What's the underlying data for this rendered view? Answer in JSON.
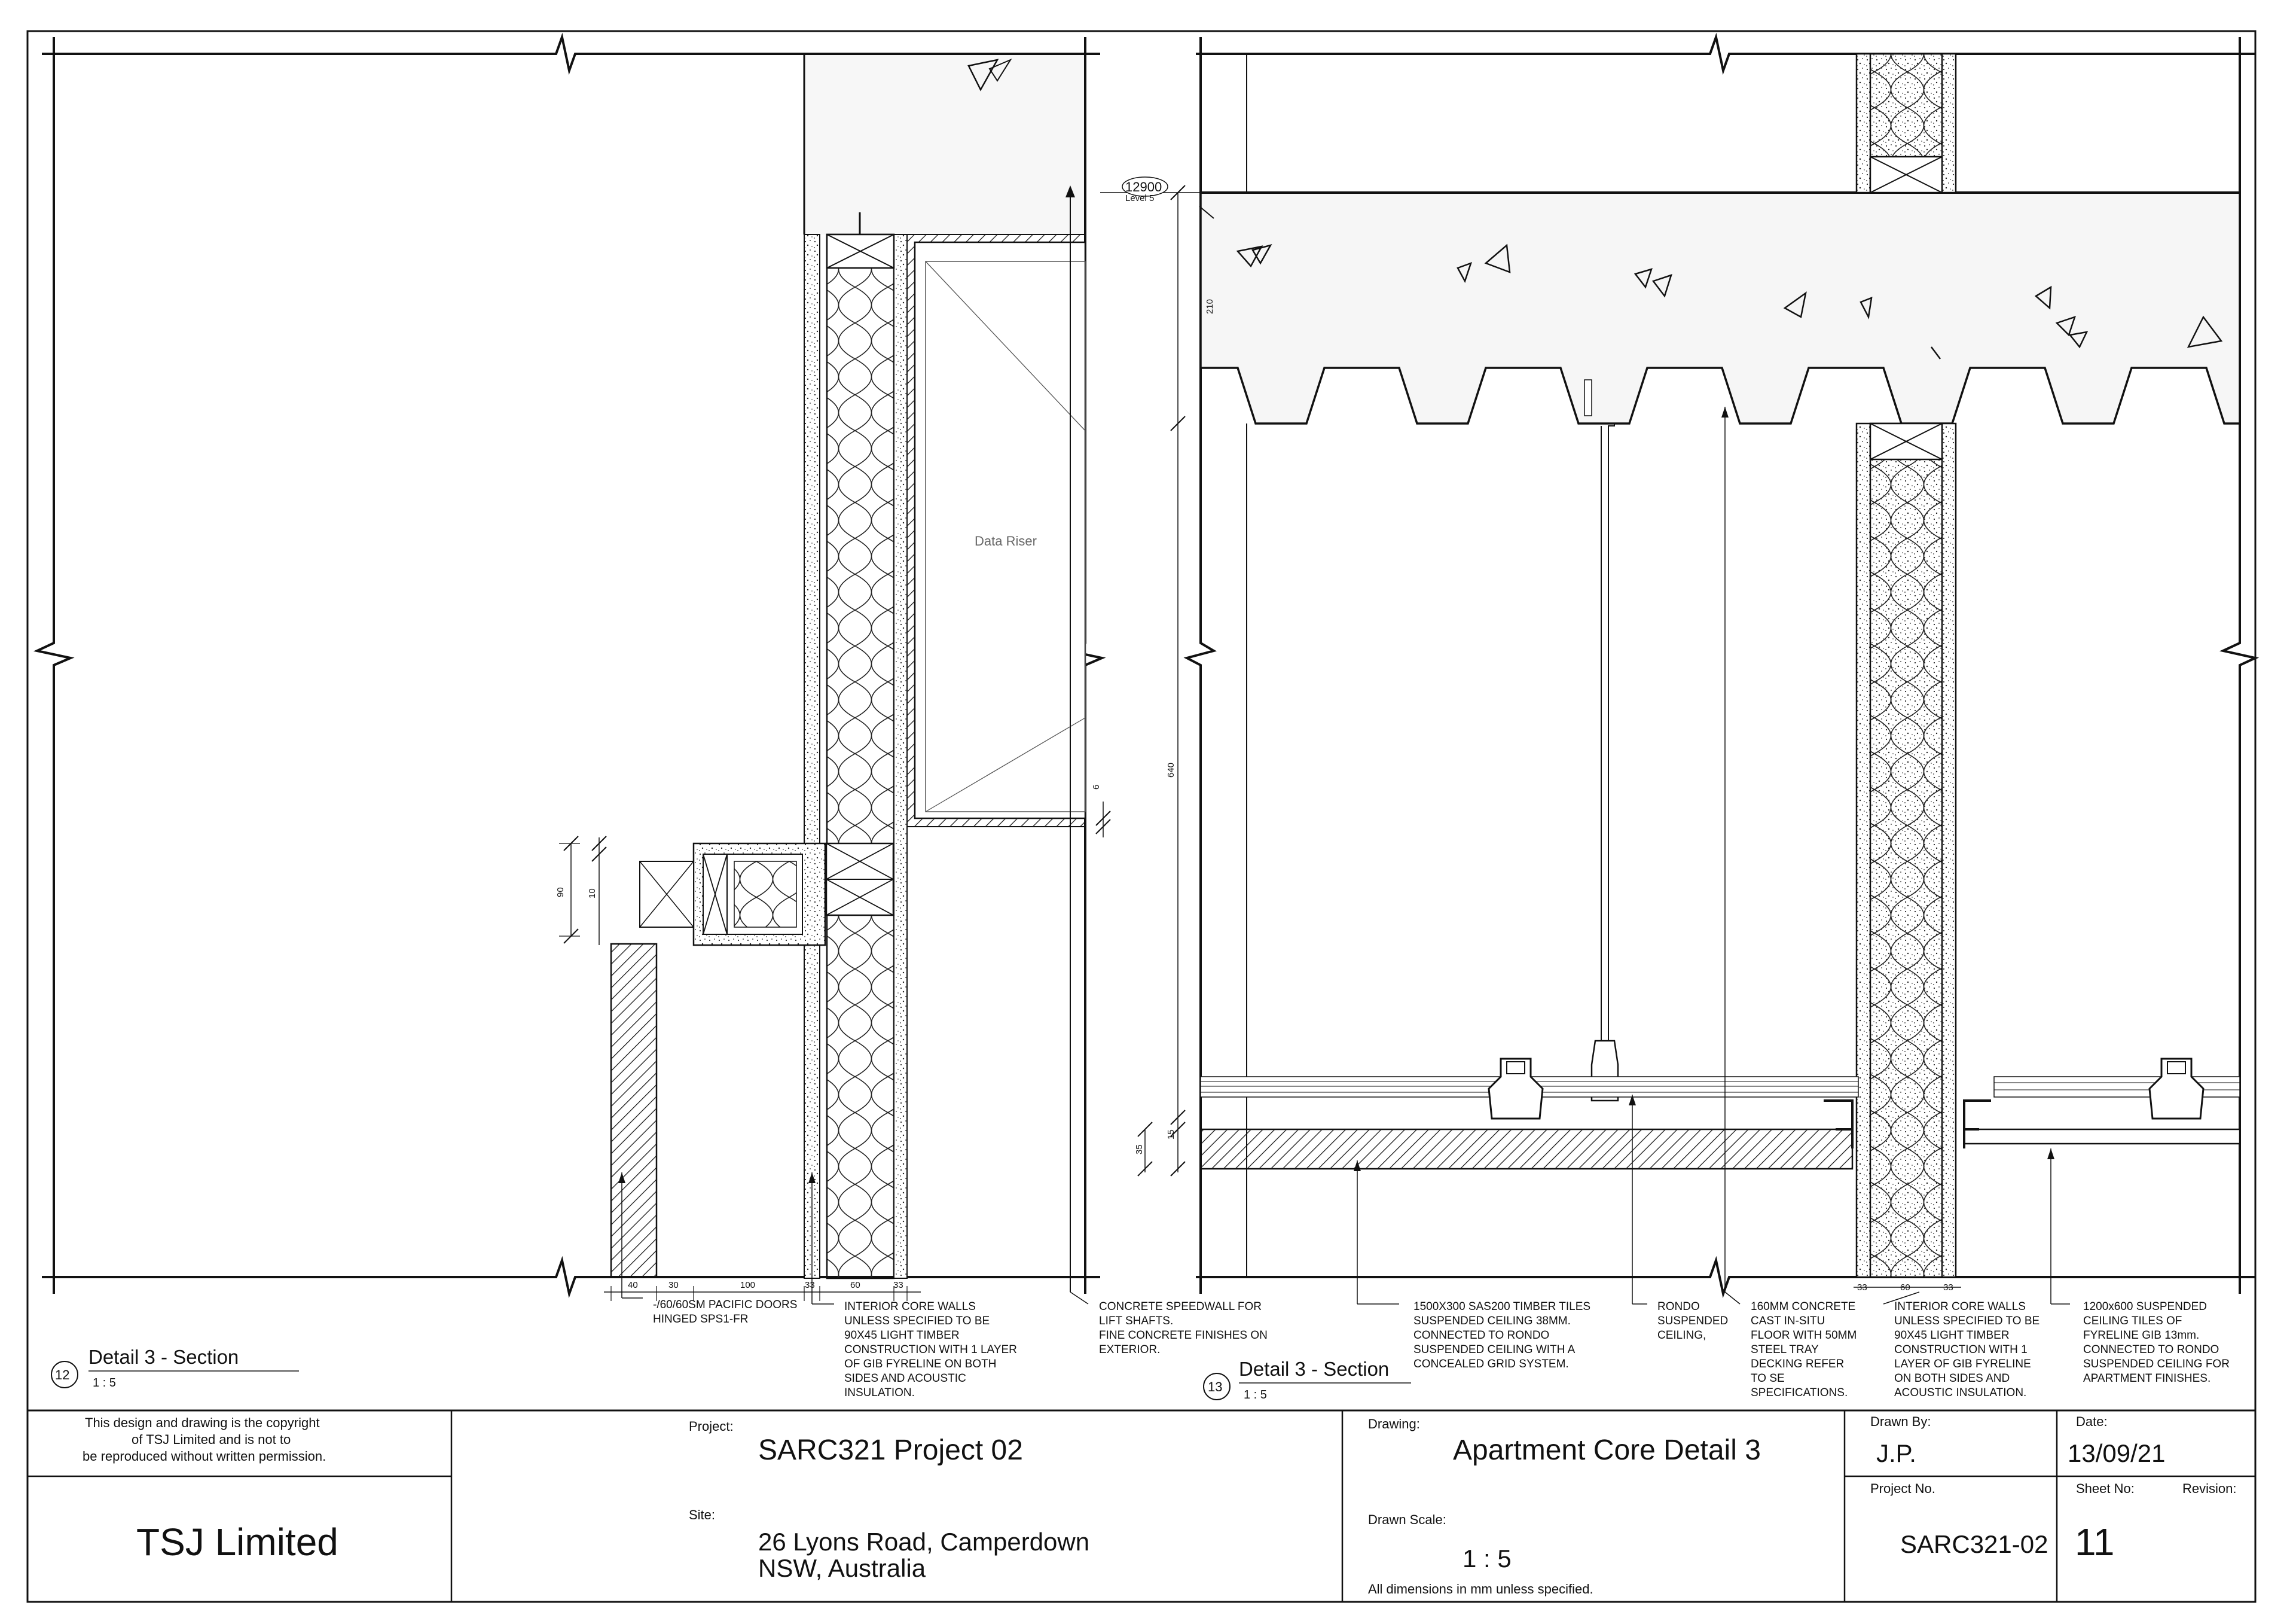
{
  "colors": {
    "ink": "#111111",
    "concrete_fill": "#f4f4f4",
    "grey_text": "#666666"
  },
  "detail_12": {
    "title": "Detail 3 - Section",
    "number": "12",
    "scale": "1 : 5",
    "room_label": "Data Riser",
    "dims_top": [
      "90",
      "10"
    ],
    "dims_bottom": [
      "40",
      "30",
      "100",
      "33",
      "60",
      "33"
    ],
    "dim_right": "6",
    "notes": {
      "door": [
        "-/60/60SM PACIFIC DOORS",
        "HINGED SPS1-FR"
      ],
      "wall": [
        "INTERIOR CORE WALLS",
        "UNLESS SPECIFIED TO BE",
        "90X45 LIGHT TIMBER",
        "CONSTRUCTION WITH 1 LAYER",
        "OF GIB FYRELINE ON BOTH",
        "SIDES AND ACOUSTIC",
        "INSULATION."
      ],
      "speedwall": [
        "CONCRETE  SPEEDWALL FOR",
        "LIFT SHAFTS.",
        "FINE CONCRETE FINISHES ON",
        "EXTERIOR."
      ]
    }
  },
  "detail_13": {
    "title": "Detail 3 - Section",
    "number": "13",
    "scale": "1 : 5",
    "level_value": "12900",
    "level_name": "Level 5",
    "dims_vertical": [
      "210",
      "640",
      "15",
      "35"
    ],
    "dims_bottom": [
      "33",
      "60",
      "33"
    ],
    "notes": {
      "tiles": [
        "1500X300 SAS200 TIMBER TILES",
        "SUSPENDED CEILING 38MM.",
        "CONNECTED TO RONDO",
        "SUSPENDED CEILING WITH A",
        "CONCEALED GRID SYSTEM."
      ],
      "rondo": [
        "RONDO",
        "SUSPENDED",
        "CEILING,"
      ],
      "concrete": [
        "160MM CONCRETE",
        "CAST IN-SITU",
        "FLOOR WITH 50MM",
        "STEEL TRAY",
        "DECKING REFER",
        "TO SE",
        "SPECIFICATIONS."
      ],
      "wall": [
        "INTERIOR CORE WALLS",
        "UNLESS SPECIFIED TO BE",
        "90X45 LIGHT TIMBER",
        "CONSTRUCTION WITH 1",
        "LAYER OF GIB FYRELINE",
        "ON BOTH SIDES AND",
        "ACOUSTIC INSULATION."
      ],
      "ceiling": [
        "1200x600 SUSPENDED",
        "CEILING TILES  OF",
        "FYRELINE GIB 13mm.",
        "CONNECTED TO RONDO",
        "SUSPENDED CEILING FOR",
        "APARTMENT FINISHES."
      ]
    }
  },
  "title_block": {
    "copyright": [
      "This design and drawing is the copyright",
      "of TSJ Limited and is not to",
      "be reproduced without written permission."
    ],
    "company": "TSJ Limited",
    "project_label": "Project:",
    "project": "SARC321 Project 02",
    "site_label": "Site:",
    "site_line1": "26 Lyons Road, Camperdown",
    "site_line2": "NSW, Australia",
    "drawing_label": "Drawing:",
    "drawing": "Apartment Core Detail  3",
    "scale_label": "Drawn Scale:",
    "scale": "1 : 5",
    "dims_note": "All dimensions in mm unless specified.",
    "drawn_by_label": "Drawn By:",
    "drawn_by": "J.P.",
    "date_label": "Date:",
    "date": "13/09/21",
    "project_no_label": "Project No.",
    "project_no": "SARC321-02",
    "sheet_label": "Sheet No:",
    "sheet": "11",
    "revision_label": "Revision:",
    "revision": ""
  }
}
